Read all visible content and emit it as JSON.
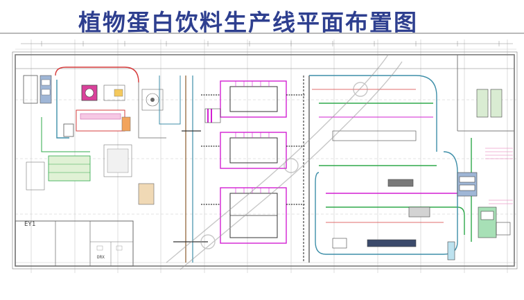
{
  "header": {
    "title": "植物蛋白饮料生产线平面布置图"
  },
  "plan": {
    "labels": {
      "zone_left": "EY1",
      "office": "DRX"
    }
  },
  "colors": {
    "title": "#2e3f8f",
    "wall": "#7a7a7a",
    "grid": "#bdbdbd",
    "conveyor_magenta": "#d21fd2",
    "conveyor_green": "#2ea84a",
    "conveyor_red": "#d63c3c",
    "conveyor_teal": "#3d8ea8",
    "equipment_dark": "#444444"
  }
}
